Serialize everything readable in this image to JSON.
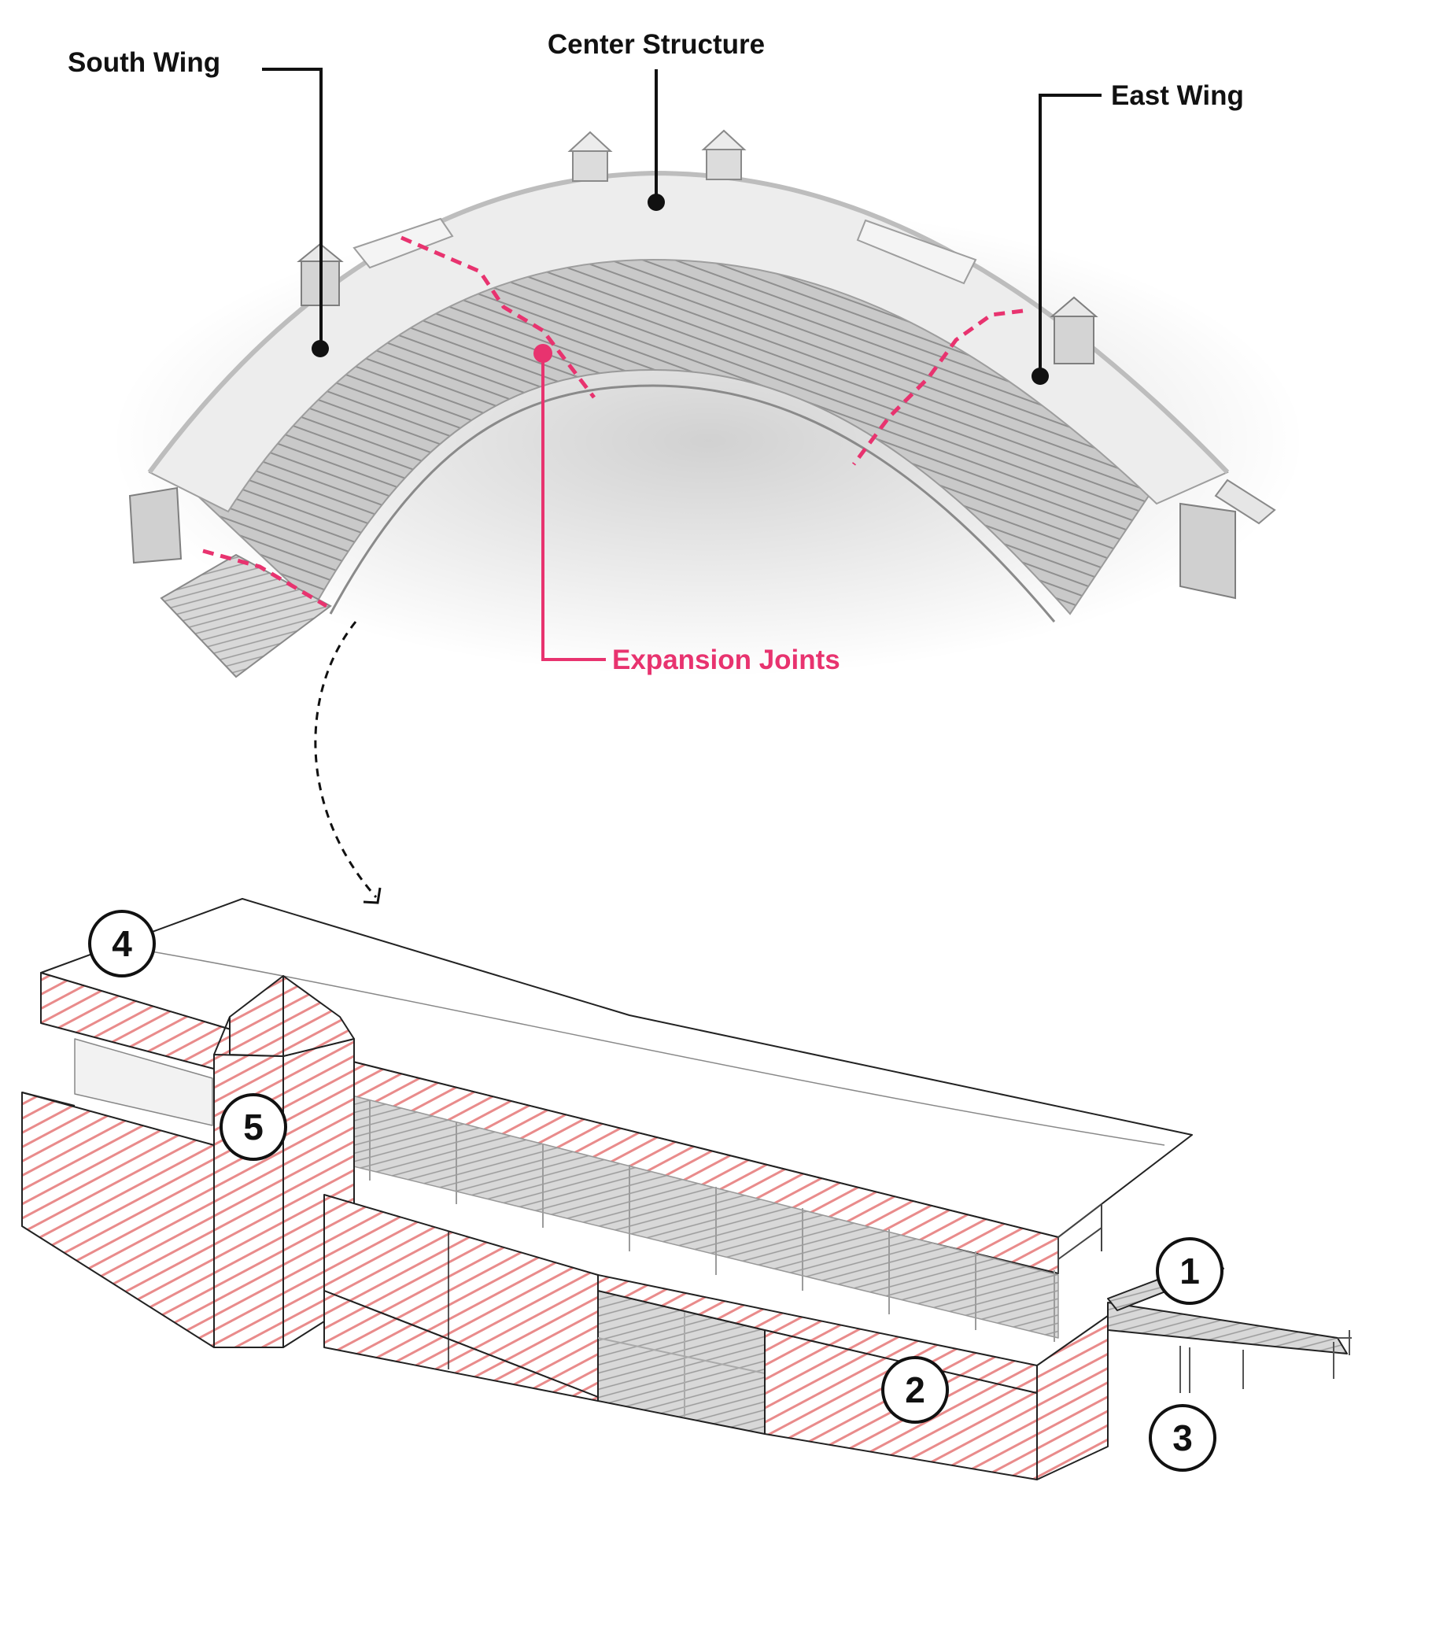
{
  "labels": {
    "south_wing": "South Wing",
    "center_structure": "Center Structure",
    "east_wing": "East Wing",
    "expansion_joints": "Expansion Joints"
  },
  "callouts": [
    "1",
    "2",
    "3",
    "4",
    "5"
  ],
  "colors": {
    "accent": "#e8336f",
    "hatch": "#e98b8b",
    "ink": "#111111"
  }
}
